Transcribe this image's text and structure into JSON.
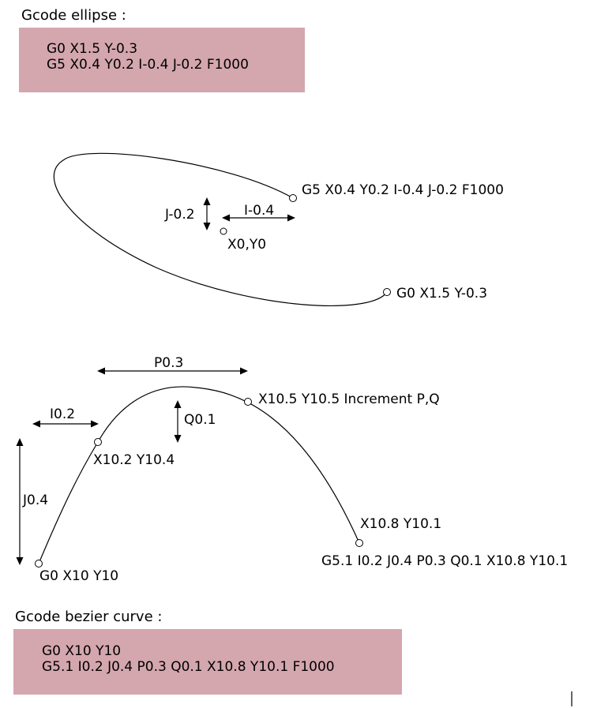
{
  "ellipse_section": {
    "heading": "Gcode ellipse :",
    "code_lines": [
      "G0 X1.5 Y-0.3",
      "G5 X0.4 Y0.2 I-0.4 J-0.2 F1000"
    ],
    "labels": {
      "end_point": "G5 X0.4 Y0.2 I-0.4 J-0.2 F1000",
      "start_point": "G0 X1.5 Y-0.3",
      "center": "X0,Y0",
      "i_offset": "I-0.4",
      "j_offset": "J-0.2"
    }
  },
  "bezier_section": {
    "heading": "Gcode bezier curve :",
    "code_lines": [
      "G0 X10 Y10",
      "G5.1 I0.2 J0.4 P0.3 Q0.1 X10.8 Y10.1 F1000"
    ],
    "labels": {
      "p_offset": "P0.3",
      "i_offset": "I0.2",
      "q_offset": "Q0.1",
      "j_offset": "J0.4",
      "control_point_1": "X10.2 Y10.4",
      "control_point_2": "X10.5 Y10.5 Increment P,Q",
      "end_point": "X10.8 Y10.1",
      "command": "G5.1 I0.2 J0.4 P0.3 Q0.1 X10.8 Y10.1",
      "start_point": "G0 X10 Y10"
    }
  },
  "colors": {
    "code_box_background": "#d4a6ae",
    "text": "#000000",
    "line": "#000000"
  }
}
